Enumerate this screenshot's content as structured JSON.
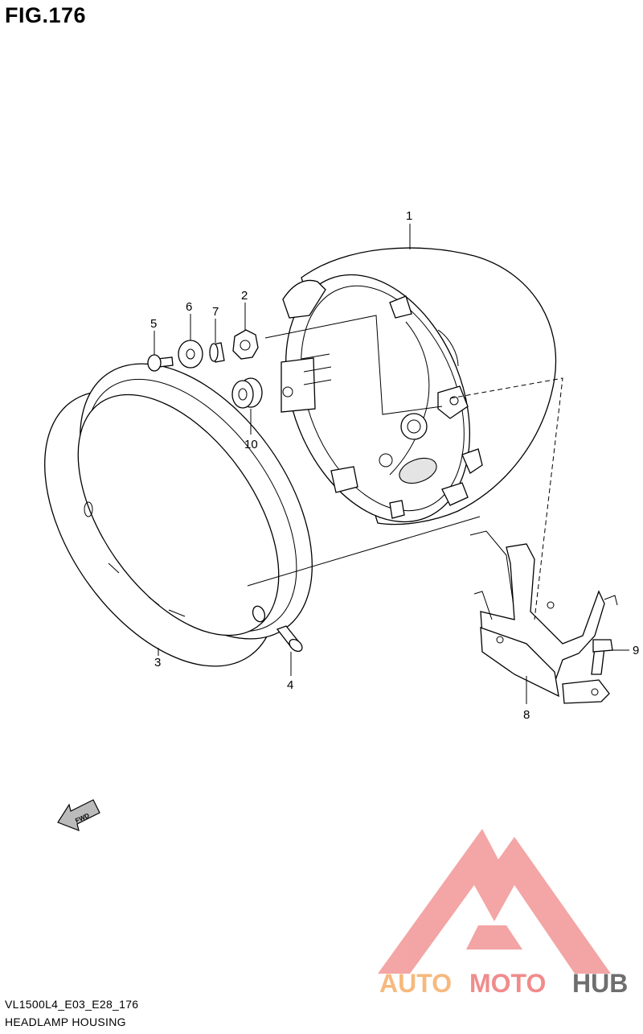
{
  "figure": {
    "title": "FIG.176",
    "code": "VL1500L4_E03_E28_176",
    "name": "HEADLAMP HOUSING"
  },
  "callouts": [
    "1",
    "2",
    "3",
    "4",
    "5",
    "6",
    "7",
    "8",
    "9",
    "10"
  ],
  "fwd_label": "FWD",
  "watermark": {
    "text_auto": "AUTO",
    "text_moto": "MOTO",
    "text_hub": "HUB",
    "colors": {
      "auto": "#f6b97e",
      "moto": "#f08c8c",
      "hub": "#6e6e6e",
      "triangle": "#f08c8c"
    }
  }
}
